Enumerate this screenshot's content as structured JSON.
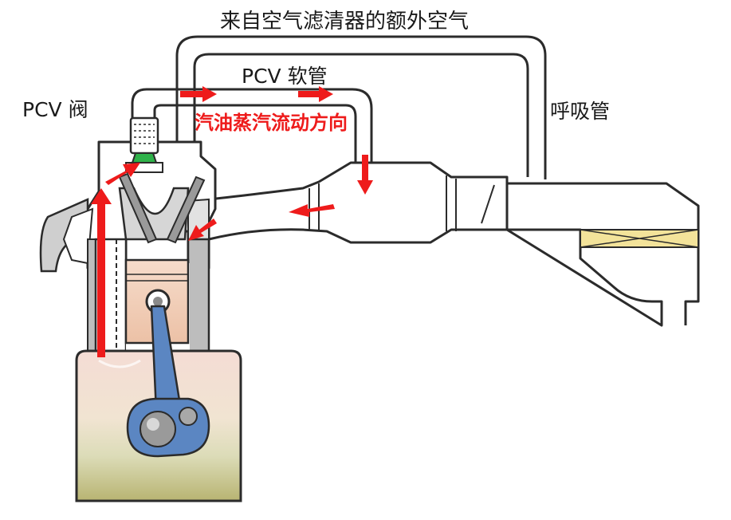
{
  "labels": {
    "fresh_air": "来自空气滤清器的额外空气",
    "pcv_hose": "PCV 软管",
    "pcv_valve": "PCV 阀",
    "breather_tube": "呼吸管",
    "flow_direction": "汽油蒸汽流动方向"
  },
  "colors": {
    "arrow": "#ee1b1b",
    "connecting_rod": "#5b86c2",
    "piston": "#f2d2bc",
    "valve_seal": "#2fb24a",
    "filter": "#f3e39a",
    "outline": "#2b2b2b",
    "engine_body": "#cfcfcf"
  },
  "icons": [
    "pcv-valve-icon",
    "piston-icon",
    "crankshaft-icon",
    "air-filter-icon",
    "flow-arrow-icon"
  ]
}
